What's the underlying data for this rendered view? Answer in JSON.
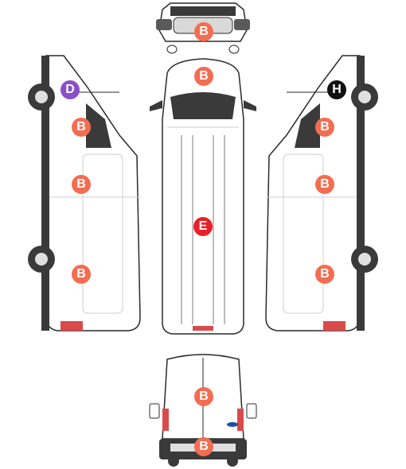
{
  "colors": {
    "B": "#f36d51",
    "E": "#e8202a",
    "D": "#8a4fc7",
    "H": "#111111",
    "outline": "#2a2a2a",
    "body": "#ffffff",
    "dark": "#3a3a3a",
    "taillight": "#d94b4b"
  },
  "badges": {
    "front_top": "B",
    "front_windshield": "B",
    "left_door": "D",
    "left_upper": "B",
    "left_middle": "B",
    "left_lower": "B",
    "roof": "E",
    "right_handle": "H",
    "right_upper": "B",
    "right_middle": "B",
    "right_lower": "B",
    "rear_upper": "B",
    "rear_lower": "B"
  }
}
